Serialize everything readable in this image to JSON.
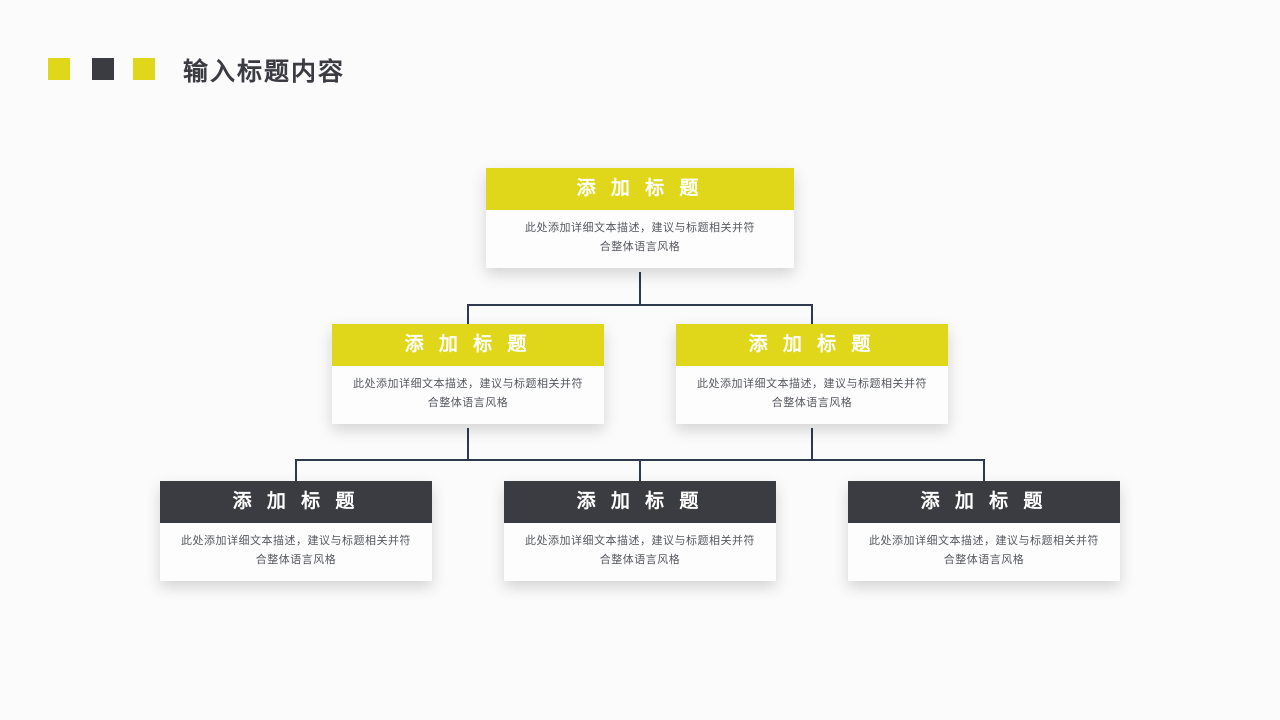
{
  "header": {
    "title": "输入标题内容",
    "squares": [
      {
        "name": "square-yellow-1",
        "color": "#e0d71a"
      },
      {
        "name": "square-dark",
        "color": "#3b3b42"
      },
      {
        "name": "square-yellow-2",
        "color": "#e0d71a"
      }
    ]
  },
  "theme": {
    "background": "#fbfbfb",
    "accent_yellow": "#e0d71a",
    "accent_dark": "#3b3b42",
    "line_color": "#2e3a4d",
    "card_background": "#fdfdfd",
    "body_text": "#55585e"
  },
  "diagram": {
    "type": "organization-tree",
    "nodes": [
      {
        "id": "root",
        "level": 1,
        "title": "添 加 标 题",
        "bar_style": "yellow",
        "desc_line1": "此处添加详细文本描述，建议与标题相关并符",
        "desc_line2": "合整体语言风格"
      },
      {
        "id": "l2-1",
        "level": 2,
        "title": "添 加 标 题",
        "bar_style": "yellow",
        "desc_line1": "此处添加详细文本描述，建议与标题相关并符",
        "desc_line2": "合整体语言风格"
      },
      {
        "id": "l2-2",
        "level": 2,
        "title": "添 加 标 题",
        "bar_style": "yellow",
        "desc_line1": "此处添加详细文本描述，建议与标题相关并符",
        "desc_line2": "合整体语言风格"
      },
      {
        "id": "l3-1",
        "level": 3,
        "title": "添 加 标 题",
        "bar_style": "dark",
        "desc_line1": "此处添加详细文本描述，建议与标题相关并符",
        "desc_line2": "合整体语言风格"
      },
      {
        "id": "l3-2",
        "level": 3,
        "title": "添 加 标 题",
        "bar_style": "dark",
        "desc_line1": "此处添加详细文本描述，建议与标题相关并符",
        "desc_line2": "合整体语言风格"
      },
      {
        "id": "l3-3",
        "level": 3,
        "title": "添 加 标 题",
        "bar_style": "dark",
        "desc_line1": "此处添加详细文本描述，建议与标题相关并符",
        "desc_line2": "合整体语言风格"
      }
    ]
  }
}
